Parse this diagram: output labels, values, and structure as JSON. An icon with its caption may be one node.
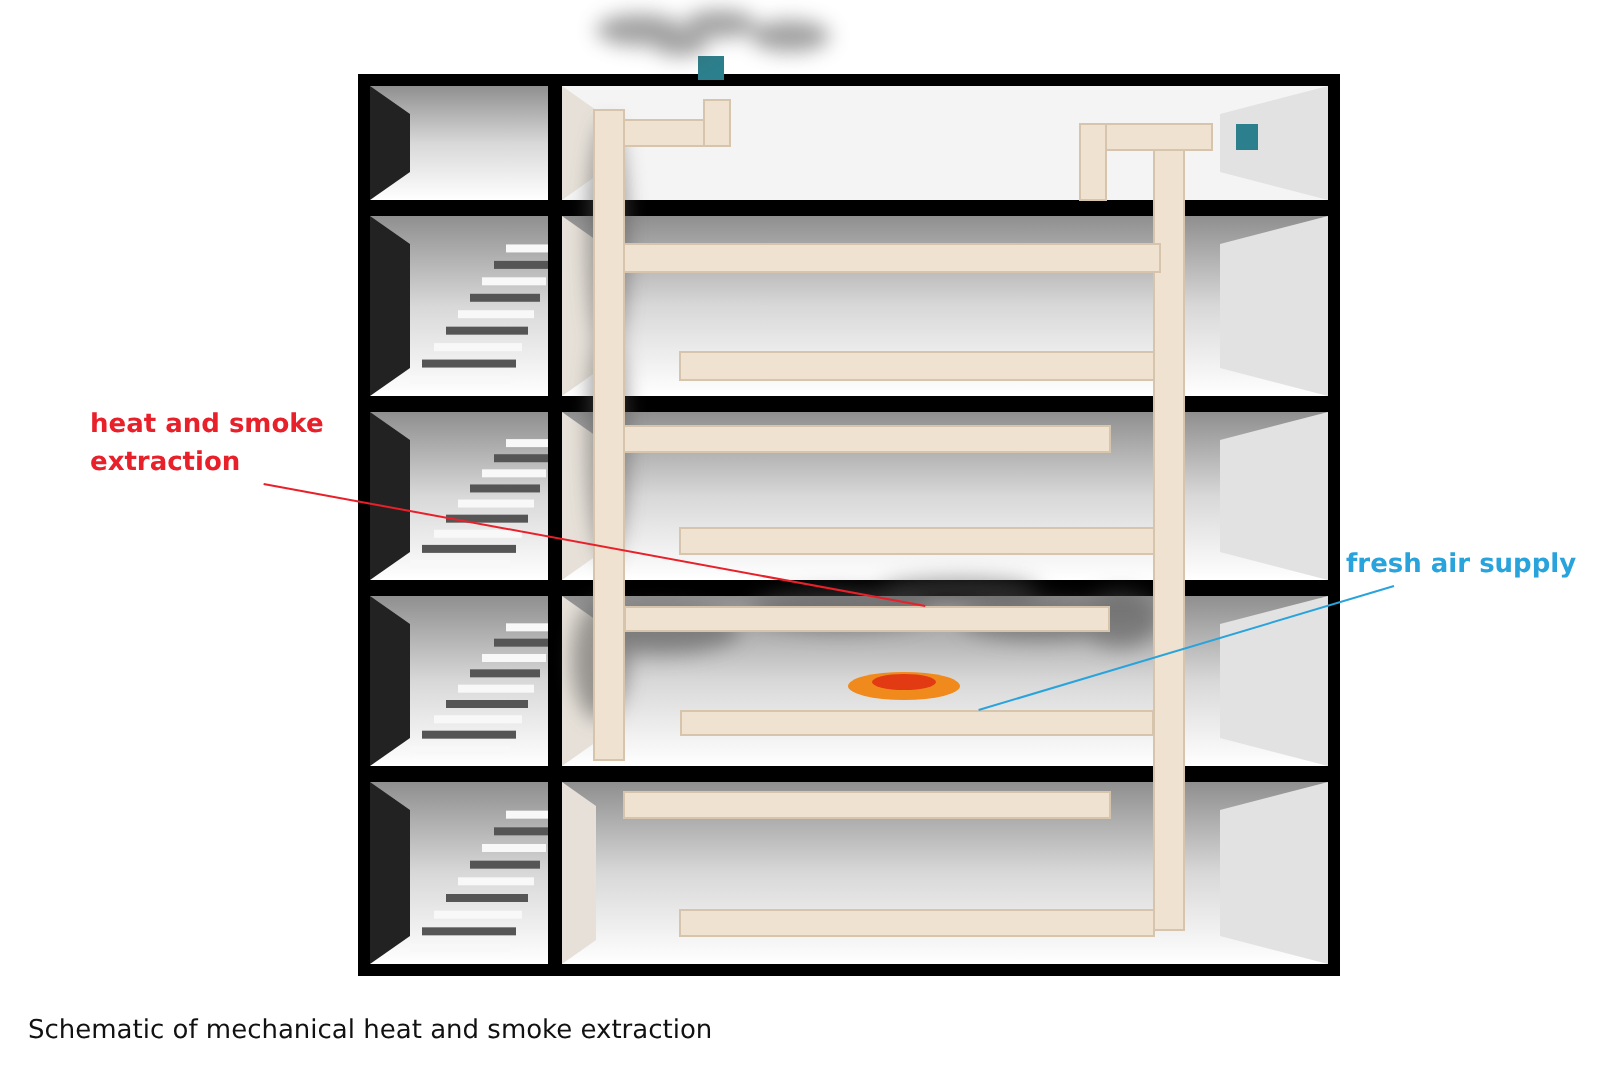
{
  "diagram": {
    "caption": "Schematic of mechanical heat and smoke extraction",
    "nodes": [
      {
        "text": [
          "heat and smoke extraction"
        ]
      },
      {
        "text": [],
        "shape": "bar"
      },
      {
        "text": [
          "fresh air supply"
        ]
      },
      {
        "text": [],
        "shape": "bar"
      }
    ],
    "edges": [
      {
        "from": 0,
        "to": 1,
        "arrow": "none",
        "color": "#e8202a"
      },
      {
        "from": 2,
        "to": 3,
        "arrow": "none",
        "color": "#29a3dc"
      }
    ]
  }
}
